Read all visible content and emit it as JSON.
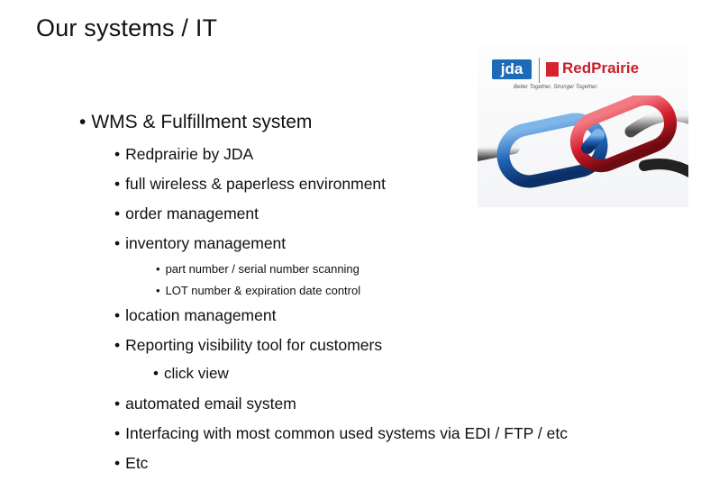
{
  "slide": {
    "title": "Our systems / IT",
    "bullets": {
      "wms": "WMS & Fulfillment system",
      "redprairie": "Redprairie by JDA",
      "wireless": "full wireless & paperless environment",
      "order": "order management",
      "inventory": "inventory management",
      "part_number": "part number / serial number scanning",
      "lot_number": "LOT number & expiration date control",
      "location": "location management",
      "reporting": "Reporting visibility tool for customers",
      "click_view": "click view",
      "email": "automated email system",
      "interfacing": "Interfacing with most common used systems via EDI / FTP / etc",
      "etc": "Etc"
    },
    "bullet_char": "•"
  },
  "logo": {
    "jda": "jda",
    "redprairie": "RedPrairie",
    "tagline": "Better Together. Stronger Together.",
    "colors": {
      "jda_blue": "#1c6bb7",
      "redprairie_red": "#d8212f"
    },
    "icon": "chain-links-icon"
  }
}
